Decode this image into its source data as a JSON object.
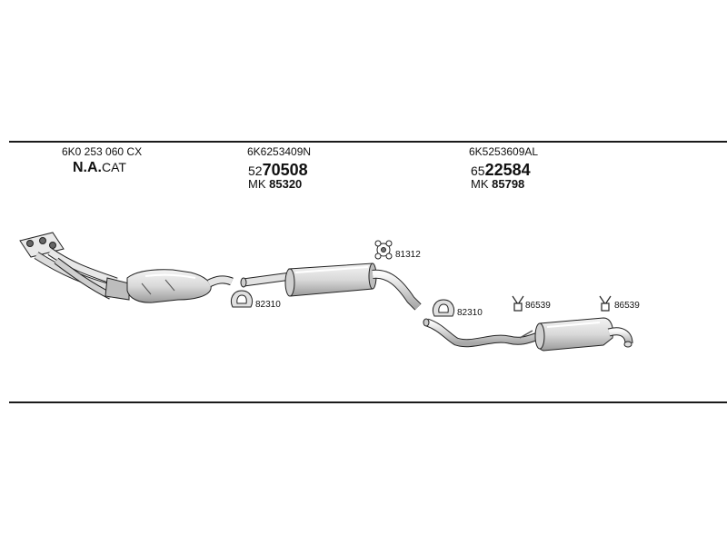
{
  "sections": [
    {
      "part_number": "6K0 253 060 CX",
      "code_prefix": "N.A.",
      "code_suffix": "CAT"
    },
    {
      "part_number": "6K6253409N",
      "code_prefix": "52",
      "code_main": "70508",
      "mk_prefix": "MK",
      "mk_number": "85320"
    },
    {
      "part_number": "6K5253609AL",
      "code_prefix": "65",
      "code_main": "22584",
      "mk_prefix": "MK",
      "mk_number": "85798"
    }
  ],
  "callouts": [
    {
      "id": "gasket-1",
      "label": "82310"
    },
    {
      "id": "clamp-1",
      "label": "81312"
    },
    {
      "id": "gasket-2",
      "label": "82310"
    },
    {
      "id": "hanger-1",
      "label": "86539"
    },
    {
      "id": "hanger-2",
      "label": "86539"
    }
  ]
}
